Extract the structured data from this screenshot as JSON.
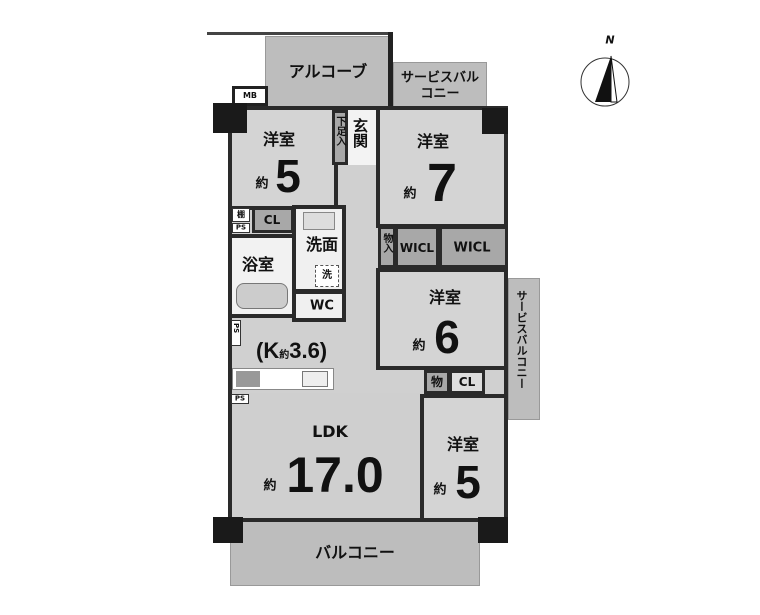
{
  "compass": {
    "north": "N"
  },
  "alcove": "アルコーブ",
  "service_balcony_top": "サービスバルコニー",
  "service_balcony_right": "サービスバルコニー",
  "balcony": "バルコニー",
  "mb": "MB",
  "entrance": "玄関",
  "shoe_storage": "下足入",
  "rooms": {
    "west_room": {
      "name": "洋室",
      "approx": "約",
      "size": "5"
    },
    "north_room": {
      "name": "洋室",
      "approx": "約",
      "size": "7"
    },
    "middle_room": {
      "name": "洋室",
      "approx": "約",
      "size": "6"
    },
    "south_room": {
      "name": "洋室",
      "approx": "約",
      "size": "5"
    },
    "ldk": {
      "name": "LDK",
      "approx": "約",
      "size": "17.0"
    },
    "kitchen": {
      "open": "(K",
      "approx": "約",
      "size": "3.6)"
    }
  },
  "labels": {
    "shelf": "棚",
    "cl1": "CL",
    "ps1": "PS",
    "ps2": "PS",
    "ps3": "PS",
    "bath": "浴室",
    "washroom": "洗面",
    "washer": "洗",
    "wc": "WC",
    "storage1": "物入",
    "wicl1": "WICL",
    "wicl2": "WICL",
    "storage2": "物",
    "cl2": "CL"
  }
}
